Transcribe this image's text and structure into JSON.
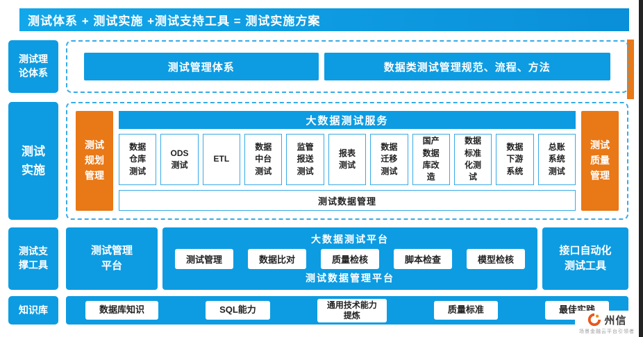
{
  "colors": {
    "blue": "#0d9ce2",
    "orange": "#e97817"
  },
  "header": {
    "title": "测试体系 + 测试实施 +测试支持工具 = 测试实施方案"
  },
  "theory": {
    "label": "测试理论体系",
    "box1": "测试管理体系",
    "box2": "数据类测试管理规范、流程、方法"
  },
  "impl": {
    "label": "测试实施",
    "plan": "测试规划管理",
    "quality": "测试质量管理",
    "service_title": "大数据测试服务",
    "services": [
      "数据仓库测试",
      "ODS测试",
      "ETL",
      "数据中台测试",
      "监管报送测试",
      "报表测试",
      "数据迁移测试",
      "国产数据库改造",
      "数据标准化测试",
      "数据下游系统",
      "总账系统测试"
    ],
    "data_mgmt": "测试数据管理"
  },
  "tools": {
    "label": "测试支撑工具",
    "mgmt_platform": "测试管理平台",
    "platform_title": "大数据测试平台",
    "items": [
      "测试管理",
      "数据比对",
      "质量检核",
      "脚本检查",
      "模型检核"
    ],
    "platform_bottom": "测试数据管理平台",
    "api_tool": "接口自动化测试工具"
  },
  "knowledge": {
    "label": "知识库",
    "items": [
      "数据库知识",
      "SQL能力",
      "通用技术能力提炼",
      "质量标准",
      "最佳实践"
    ]
  },
  "footer": {
    "logo_text": "州信",
    "tagline": "场景金融云平台引领者"
  }
}
